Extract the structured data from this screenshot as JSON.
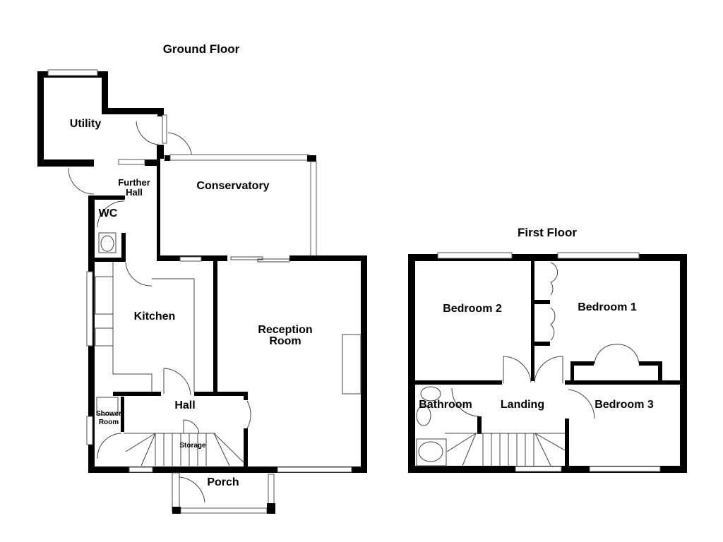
{
  "ground_floor": {
    "title": "Ground Floor",
    "rooms": {
      "utility": "Utility",
      "further_hall_1": "Further",
      "further_hall_2": "Hall",
      "wc": "WC",
      "conservatory": "Conservatory",
      "kitchen": "Kitchen",
      "reception_1": "Reception",
      "reception_2": "Room",
      "hall": "Hall",
      "shower_1": "Shower",
      "shower_2": "Room",
      "storage": "Storage",
      "porch": "Porch"
    }
  },
  "first_floor": {
    "title": "First Floor",
    "rooms": {
      "bedroom2": "Bedroom 2",
      "bedroom1": "Bedroom 1",
      "bathroom": "Bathroom",
      "landing": "Landing",
      "bedroom3": "Bedroom 3"
    }
  }
}
